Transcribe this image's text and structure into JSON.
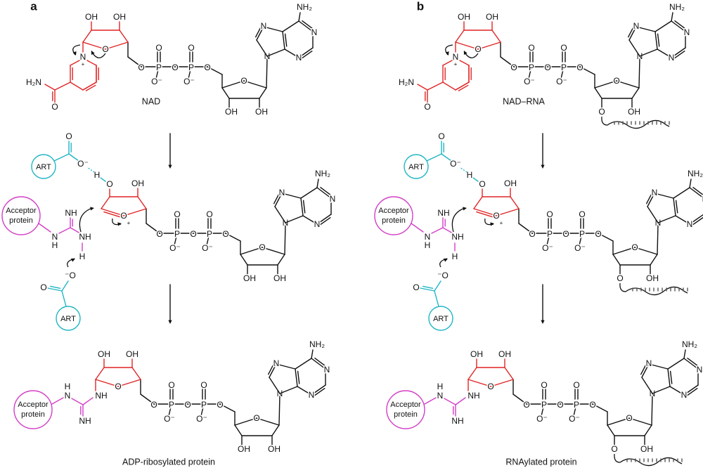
{
  "panels": [
    {
      "letter": "a",
      "top_caption": "NAD",
      "bottom_caption": "ADP-ribosylated protein",
      "rna": false
    },
    {
      "letter": "b",
      "top_caption": "NAD–RNA",
      "bottom_caption": "RNAylated protein",
      "rna": true
    }
  ],
  "enzyme_label": "ART",
  "acceptor_label": [
    "Acceptor",
    "protein"
  ],
  "atoms": {
    "oh": "OH",
    "o": "O",
    "p": "P",
    "n": "N",
    "nh": "NH",
    "h": "H",
    "nh2": "NH₂",
    "h2n": "H₂N",
    "o_minus": "O⁻",
    "minus_o": "⁻O",
    "plus": "+"
  },
  "colors": {
    "bond": "#111111",
    "ribose_nicotinamide": "#e02424",
    "art": "#1fb5c4",
    "acceptor": "#d23fc6"
  }
}
